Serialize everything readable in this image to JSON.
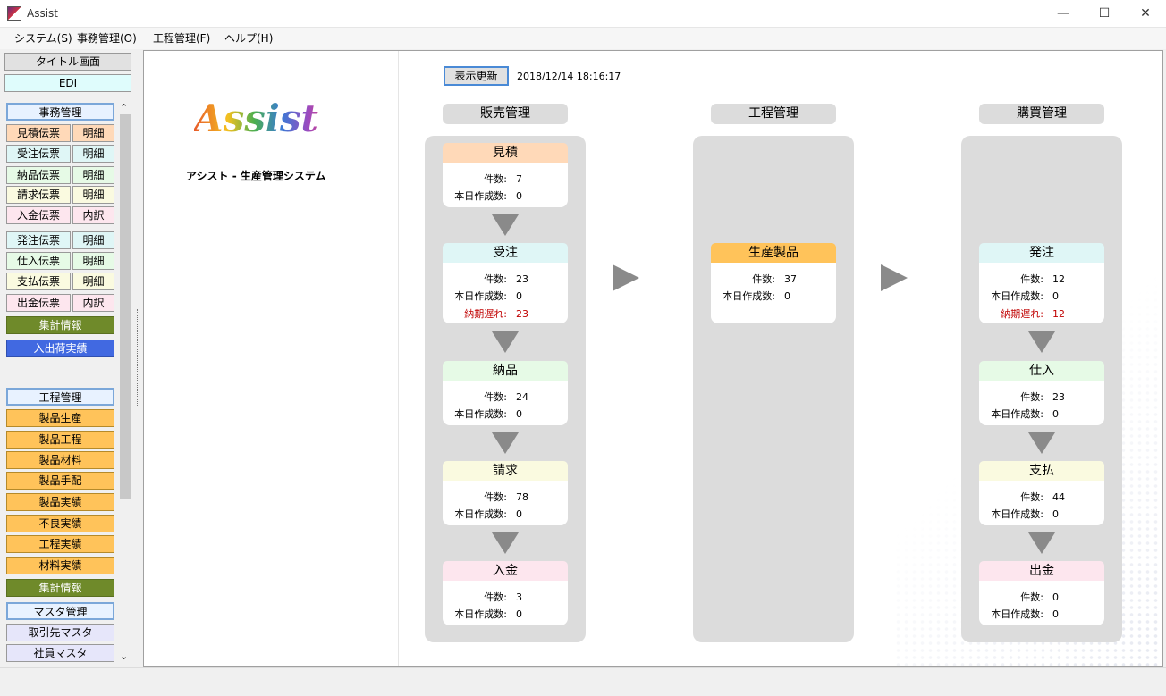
{
  "window": {
    "title": "Assist",
    "minimize": "—",
    "maximize": "☐",
    "close": "✕"
  },
  "menu": [
    "システム(S)",
    "事務管理(O)",
    "工程管理(F)",
    "ヘルプ(H)"
  ],
  "left": {
    "title_screen": "タイトル画面",
    "edi": "EDI",
    "office_header": "事務管理",
    "slips": [
      {
        "label": "見積伝票",
        "sub": "明細"
      },
      {
        "label": "受注伝票",
        "sub": "明細"
      },
      {
        "label": "納品伝票",
        "sub": "明細"
      },
      {
        "label": "請求伝票",
        "sub": "明細"
      },
      {
        "label": "入金伝票",
        "sub": "内訳"
      },
      {
        "label": "発注伝票",
        "sub": "明細"
      },
      {
        "label": "仕入伝票",
        "sub": "明細"
      },
      {
        "label": "支払伝票",
        "sub": "明細"
      },
      {
        "label": "出金伝票",
        "sub": "内訳"
      }
    ],
    "summary1": "集計情報",
    "inout": "入出荷実績",
    "process_header": "工程管理",
    "process_items": [
      "製品生産",
      "製品工程",
      "製品材料",
      "製品手配",
      "製品実績",
      "不良実績",
      "工程実績",
      "材料実績"
    ],
    "summary2": "集計情報",
    "master_header": "マスタ管理",
    "master_items": [
      "取引先マスタ",
      "社員マスタ"
    ]
  },
  "main": {
    "logo_text": "Assist",
    "subtitle": "アシスト - 生産管理システム",
    "refresh": "表示更新",
    "timestamp": "2018/12/14 18:16:17",
    "labels": {
      "count": "件数:",
      "today": "本日作成数:",
      "late": "納期遅れ:"
    },
    "columns": {
      "sales": "販売管理",
      "process": "工程管理",
      "purchase": "購買管理"
    },
    "sales": [
      {
        "title": "見積",
        "count": "7",
        "today": "0"
      },
      {
        "title": "受注",
        "count": "23",
        "today": "0",
        "late": "23"
      },
      {
        "title": "納品",
        "count": "24",
        "today": "0"
      },
      {
        "title": "請求",
        "count": "78",
        "today": "0"
      },
      {
        "title": "入金",
        "count": "3",
        "today": "0"
      }
    ],
    "process": [
      {
        "title": "生産製品",
        "count": "37",
        "today": "0"
      }
    ],
    "purchase": [
      {
        "title": "発注",
        "count": "12",
        "today": "0",
        "late": "12"
      },
      {
        "title": "仕入",
        "count": "23",
        "today": "0"
      },
      {
        "title": "支払",
        "count": "44",
        "today": "0"
      },
      {
        "title": "出金",
        "count": "0",
        "today": "0"
      }
    ]
  }
}
